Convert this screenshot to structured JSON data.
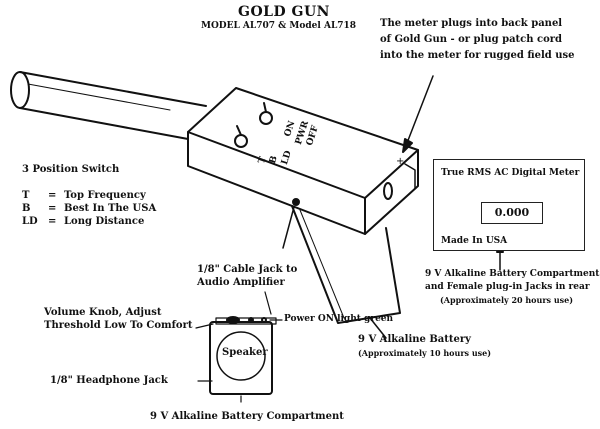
{
  "title": "GOLD GUN",
  "subtitle": "MODEL AL707 & Model AL718",
  "meter_note": [
    "The meter plugs into back panel",
    "of Gold Gun - or plug patch cord",
    "into the meter for rugged field use"
  ],
  "switch": {
    "heading": "3 Position Switch",
    "rows": [
      {
        "key": "T",
        "eq": "=",
        "desc": "Top Frequency"
      },
      {
        "key": "B",
        "eq": "=",
        "desc": "Best In The USA"
      },
      {
        "key": "LD",
        "eq": "=",
        "desc": "Long Distance"
      }
    ]
  },
  "panel_labels": {
    "t": "T",
    "b": "B",
    "ld": "LD",
    "on": "ON",
    "pwr": "PWR",
    "off": "OFF"
  },
  "meter": {
    "title": "True RMS AC Digital Meter",
    "reading": "0.000",
    "made_in": "Made In USA",
    "battery_note": [
      "9 V Alkaline Battery Compartment",
      "and Female plug-in Jacks in rear"
    ],
    "battery_hours": "(Approximately 20 hours use)"
  },
  "cable_jack": [
    "1/8\" Cable Jack to",
    "Audio Amplifier"
  ],
  "volume_knob": [
    "Volume Knob, Adjust",
    "Threshold Low To Comfort"
  ],
  "power_light": "Power ON light green",
  "speaker": "Speaker",
  "headphone": "1/8\" Headphone Jack",
  "battery_main": {
    "label": "9 V Alkaline Battery",
    "hours": "(Approximately 10 hours use)"
  },
  "battery_speaker": "9 V Alkaline Battery Compartment"
}
